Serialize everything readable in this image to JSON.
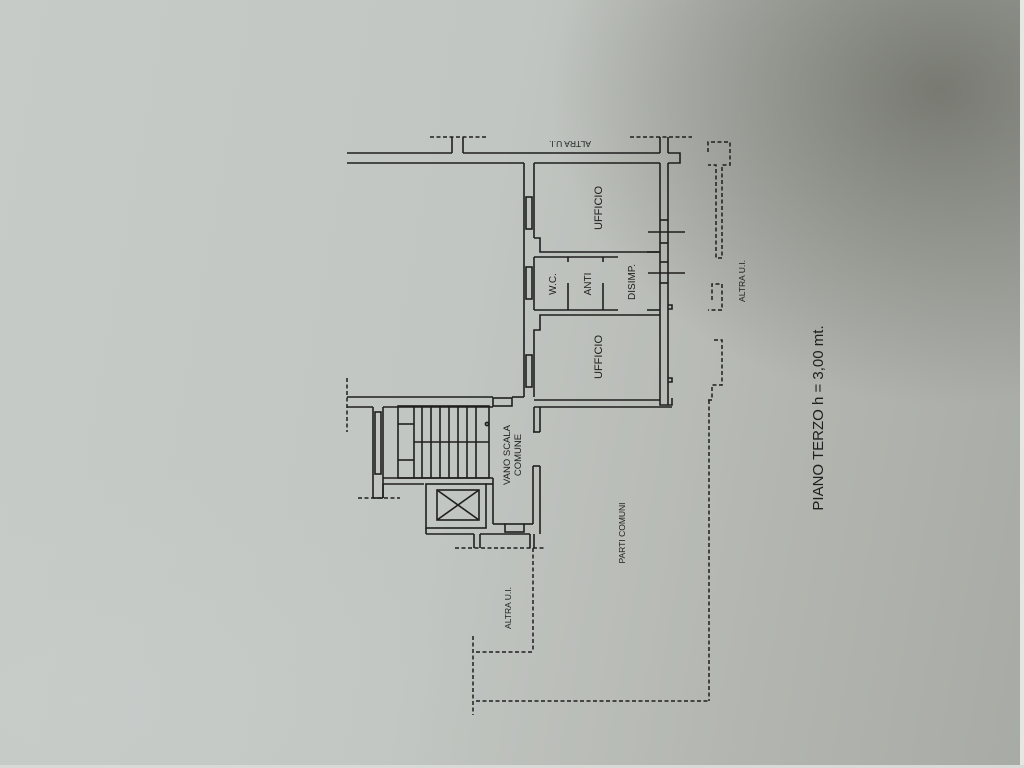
{
  "document": {
    "type": "floor-plan",
    "title": "PIANO TERZO h = 3,00 mt.",
    "colors": {
      "ink": "#1e1f1e",
      "paper": "#c3c7c3",
      "shadow": "#8e918a"
    }
  },
  "rooms": {
    "ufficio_top": "UFFICIO",
    "ufficio_bottom": "UFFICIO",
    "wc": "W.C.",
    "anti": "ANTI",
    "disimp": "DISIMP.",
    "vano_scala_1": "VANO SCALA",
    "vano_scala_2": "COMUNE",
    "parti_comuni": "PARTI COMUNI"
  },
  "neighbors": {
    "top": "ALTRA U.I.",
    "right": "ALTRA U.I.",
    "left": "ALTRA U.I."
  }
}
